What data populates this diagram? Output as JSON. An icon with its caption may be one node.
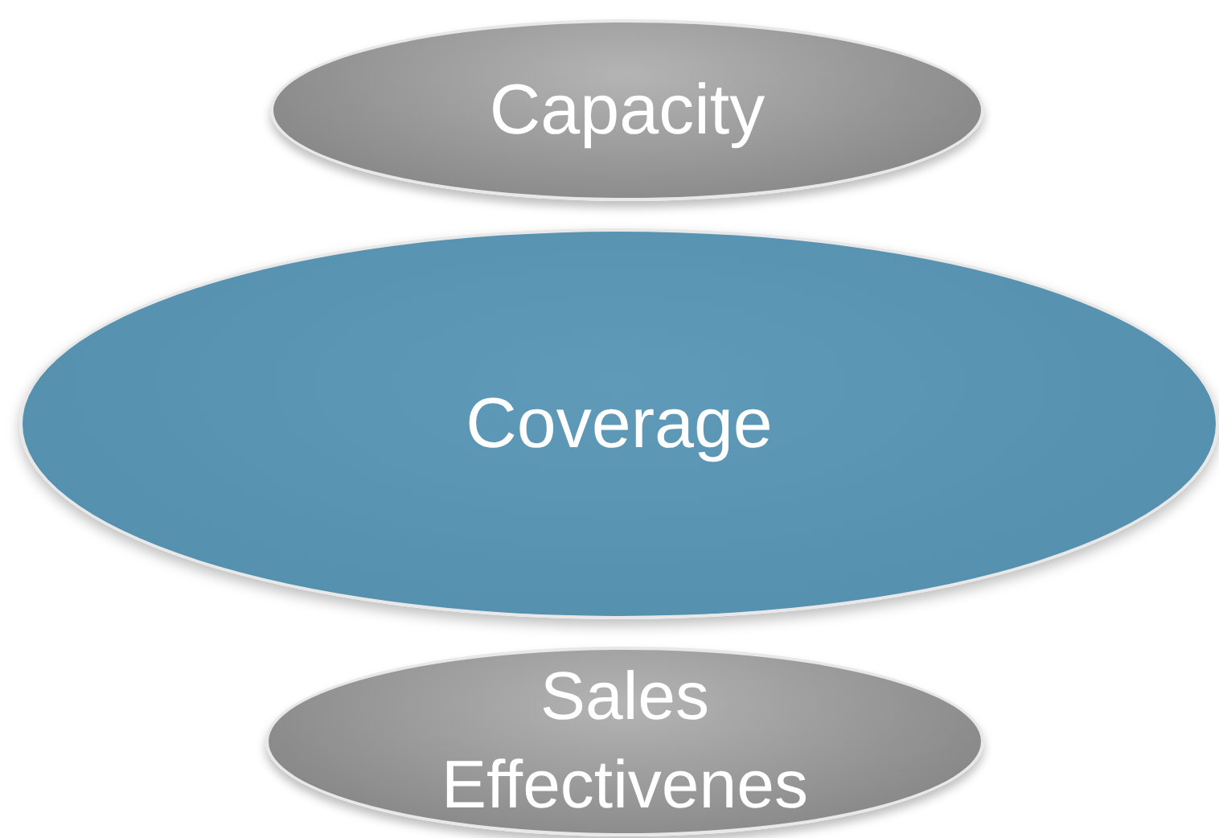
{
  "diagram": {
    "nodes": [
      {
        "text": [
          "Capacity"
        ]
      },
      {
        "text": [
          "Coverage"
        ]
      },
      {
        "text": [
          "Sales Effectivenes"
        ]
      }
    ]
  }
}
